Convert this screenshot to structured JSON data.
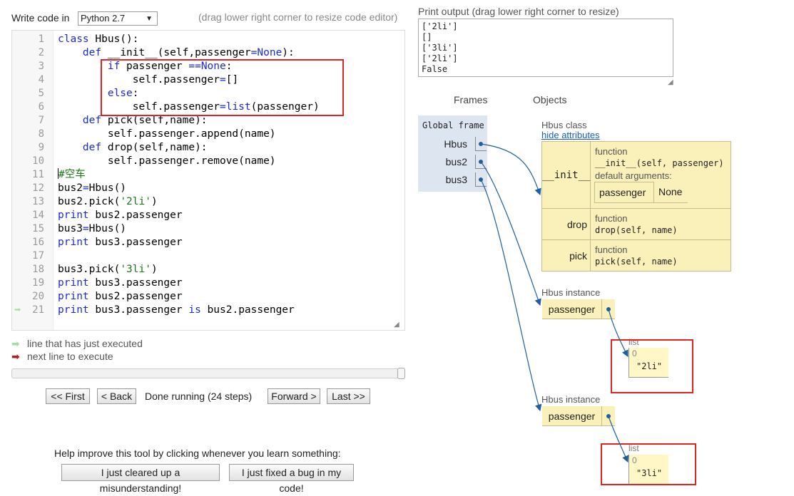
{
  "header": {
    "write_code_label": "Write code in",
    "language": "Python 2.7",
    "resize_hint": "(drag lower right corner to resize code editor)"
  },
  "code_lines": [
    {
      "n": "1",
      "text": "class Hbus():"
    },
    {
      "n": "2",
      "text": "    def __init__(self,passenger=None):"
    },
    {
      "n": "3",
      "text": "        if passenger ==None:"
    },
    {
      "n": "4",
      "text": "            self.passenger=[]"
    },
    {
      "n": "5",
      "text": "        else:"
    },
    {
      "n": "6",
      "text": "            self.passenger=list(passenger)"
    },
    {
      "n": "7",
      "text": "    def pick(self,name):"
    },
    {
      "n": "8",
      "text": "        self.passenger.append(name)"
    },
    {
      "n": "9",
      "text": "    def drop(self,name):"
    },
    {
      "n": "10",
      "text": "        self.passenger.remove(name)"
    },
    {
      "n": "11",
      "text": "#空车"
    },
    {
      "n": "12",
      "text": "bus2=Hbus()"
    },
    {
      "n": "13",
      "text": "bus2.pick('2li')"
    },
    {
      "n": "14",
      "text": "print bus2.passenger"
    },
    {
      "n": "15",
      "text": "bus3=Hbus()"
    },
    {
      "n": "16",
      "text": "print bus3.passenger"
    },
    {
      "n": "17",
      "text": ""
    },
    {
      "n": "18",
      "text": "bus3.pick('3li')"
    },
    {
      "n": "19",
      "text": "print bus3.passenger"
    },
    {
      "n": "20",
      "text": "print bus2.passenger"
    },
    {
      "n": "21",
      "text": "print bus3.passenger is bus2.passenger"
    }
  ],
  "legend": {
    "just_executed": "line that has just executed",
    "next_line": "next line to execute"
  },
  "controls": {
    "first": "<< First",
    "back": "< Back",
    "status": "Done running (24 steps)",
    "forward": "Forward >",
    "last": "Last >>",
    "progress_fraction": 1.0
  },
  "feedback": {
    "prompt": "Help improve this tool by clicking whenever you learn something:",
    "misunderstanding": "I just cleared up a misunderstanding!",
    "bug": "I just fixed a bug in my code!"
  },
  "output": {
    "label": "Print output (drag lower right corner to resize)",
    "text": "['2li']\n[]\n['3li']\n['2li']\nFalse"
  },
  "viz": {
    "frames_header": "Frames",
    "objects_header": "Objects",
    "global_frame": "Global frame",
    "vars": [
      "Hbus",
      "bus2",
      "bus3"
    ],
    "class_title": "Hbus class",
    "hide_attributes": "hide attributes",
    "class_attrs": [
      {
        "name": "__init__",
        "kind": "function",
        "sig": "__init__(self,  passenger)",
        "defaults_label": "default arguments:",
        "default_param": "passenger",
        "default_value": "None"
      },
      {
        "name": "drop",
        "kind": "function",
        "sig": "drop(self,  name)"
      },
      {
        "name": "pick",
        "kind": "function",
        "sig": "pick(self,  name)"
      }
    ],
    "instances": [
      {
        "title": "Hbus instance",
        "attr": "passenger"
      },
      {
        "title": "Hbus instance",
        "attr": "passenger"
      }
    ],
    "lists": [
      {
        "title": "list",
        "index": "0",
        "value": "\"2li\""
      },
      {
        "title": "list",
        "index": "0",
        "value": "\"3li\""
      }
    ]
  },
  "colors": {
    "highlight_red": "#e02424",
    "pointer_blue": "#1f5fa0",
    "object_yellow": "#faf0b9",
    "frame_blue": "#dde6f0"
  }
}
